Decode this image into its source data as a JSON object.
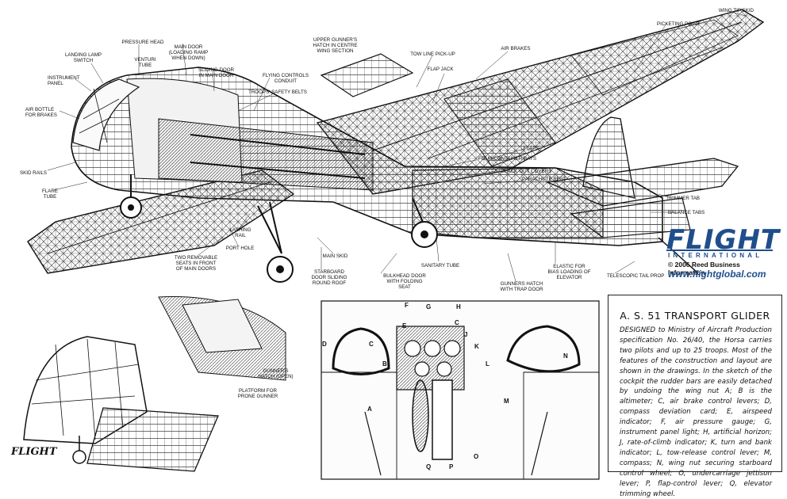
{
  "brand": {
    "wordmark": "FLIGHT",
    "sub": "INTERNATIONAL",
    "copyright": "© 2006 Reed Business Information",
    "url": "www.flightglobal.com",
    "color": "#1f4e8c"
  },
  "small_logo": "FLIGHT",
  "caption": {
    "title": "A. S. 51 TRANSPORT GLIDER",
    "body": "DESIGNED to Ministry of Aircraft Production specification No. 26/40, the Horsa carries two pilots and up to 25 troops. Most of the features of the construction and layout are shown in the drawings. In the sketch of the cockpit the rudder bars are easily detached by undoing the wing nut A; B is the altimeter; C, air brake control levers; D, compass deviation card; E, airspeed indicator; F, air pressure gauge; G, instrument panel light; H, artificial horizon; J, rate-of-climb indicator; K, turn and bank indicator; L, tow-release control lever; M, compass; N, wing nut securing starboard control wheel; O, undercarriage jettison lever; P, flap-control lever; Q, elevator trimming wheel."
  },
  "labels": {
    "wing_tip_skid": "WING TIP SKID",
    "picketing_point": "PICKETING POINT",
    "air_brakes": "AIR BRAKES",
    "tow_line": "TOW LINE PICK-UP",
    "flap_jack": "FLAP JACK",
    "upper_gunner": "UPPER GUNNER'S\nHATCH IN CENTRE\nWING SECTION",
    "pressure_head": "PRESSURE HEAD",
    "landing_lamp": "LANDING LAMP\nSWITCH",
    "venturi": "VENTURI\nTUBE",
    "main_door": "MAIN DOOR\n(LOADING RAMP\nWHEN DOWN)",
    "sliding_door": "SLIDING DOOR\nIN MAIN DOOR",
    "flying_controls": "FLYING CONTROLS\nCONDUIT",
    "instrument_panel": "INSTRUMENT\nPANEL",
    "troops_belts": "TROOPS' SAFETY BELTS",
    "air_bottle": "AIR BOTTLE\nFOR BRAKES",
    "flaps": "FLAPS",
    "container_bays": "FOUR CONTAINER BAYS",
    "blackout": "BLACK-OUT COVERS",
    "parachute": "PARACHUTE REST",
    "skid_rails": "SKID RAILS",
    "flare_tube": "FLARE\nTUBE",
    "trimmer_tab": "TRIMMER TAB",
    "balance_tabs": "BALANCE TABS",
    "lashing_rail": "LASHING\nRAIL",
    "port_hole": "PORT HOLE",
    "main_skid": "MAIN SKID",
    "two_seats": "TWO REMOVABLE\nSEATS IN FRONT\nOF MAIN DOORS",
    "starboard_door": "STARBOARD\nDOOR SLIDING\nROUND ROOF",
    "sanitary": "SANITARY TUBE",
    "bulkhead": "BULKHEAD DOOR\nWITH FOLDING\nSEAT",
    "elastic": "ELASTIC FOR\nBIAS LOADING OF\nELEVATOR",
    "gunners_trap": "GUNNERS HATCH\nWITH TRAP DOOR",
    "telescopic": "TELESCOPIC TAIL PROP",
    "gunners_open": "GUNNER'S\nHATCH (OPEN)",
    "platform": "PLATFORM FOR\nPRONE GUNNER"
  },
  "cockpit_letters": [
    "F",
    "G",
    "H",
    "E",
    "D",
    "C",
    "B",
    "J",
    "K",
    "L",
    "A",
    "M",
    "N",
    "Q",
    "P",
    "O",
    "C"
  ]
}
